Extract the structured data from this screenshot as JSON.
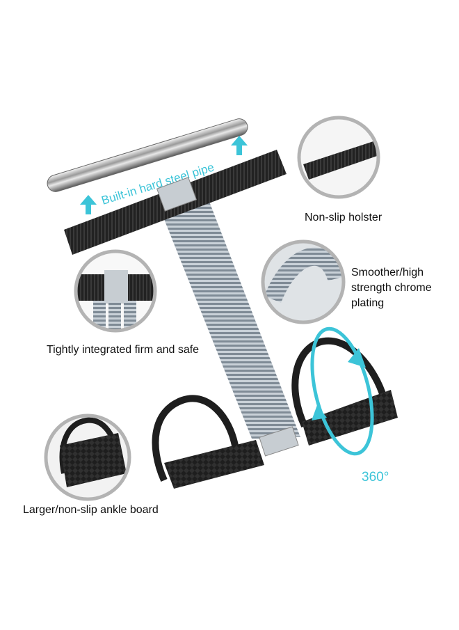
{
  "product": {
    "pipe_label": "Built-in hard steel pipe",
    "holster_label": "Non-slip holster",
    "chrome_label_lines": [
      "Smoother/high",
      "strength chrome",
      "plating"
    ],
    "firm_label": "Tightly integrated firm and safe",
    "ankle_label": "Larger/non-slip ankle board",
    "rotation_label": "360°"
  },
  "colors": {
    "accent": "#3cc4d8",
    "handle": "#1c1c1c",
    "spring": "#b9c3cc",
    "circle_border": "#b3b3b3"
  }
}
